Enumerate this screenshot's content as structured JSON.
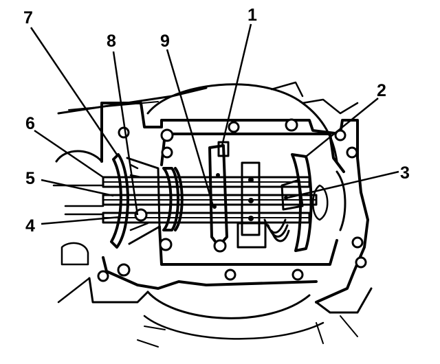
{
  "callouts": [
    {
      "id": "7",
      "label": "7"
    },
    {
      "id": "8",
      "label": "8"
    },
    {
      "id": "9",
      "label": "9"
    },
    {
      "id": "1",
      "label": "1"
    },
    {
      "id": "2",
      "label": "2"
    },
    {
      "id": "6",
      "label": "6"
    },
    {
      "id": "5",
      "label": "5"
    },
    {
      "id": "3",
      "label": "3"
    },
    {
      "id": "4",
      "label": "4"
    }
  ],
  "colors": {
    "ink": "#000000",
    "background": "#ffffff"
  }
}
